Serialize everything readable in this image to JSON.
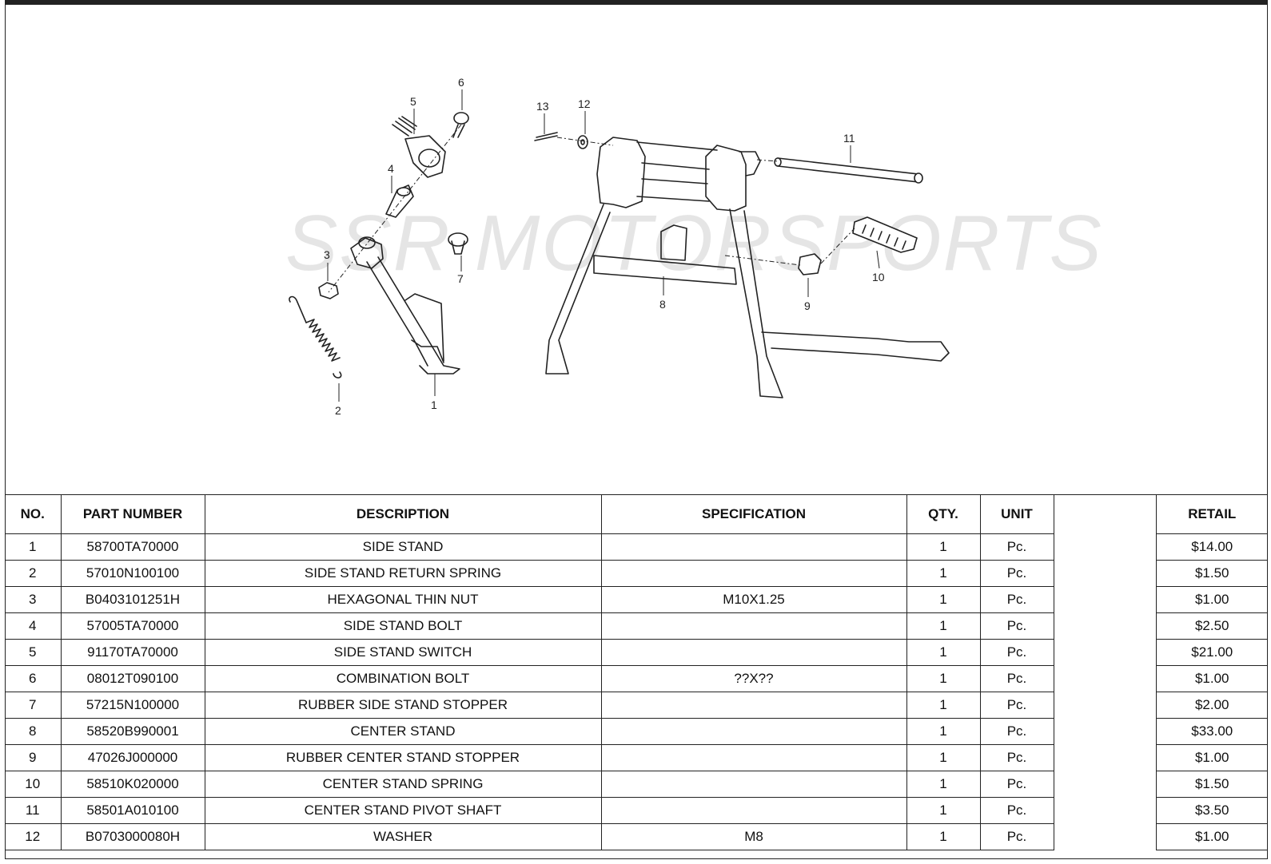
{
  "watermark": "SSR MOTORSPORTS",
  "callouts": [
    "1",
    "2",
    "3",
    "4",
    "5",
    "6",
    "7",
    "8",
    "9",
    "10",
    "11",
    "12",
    "13"
  ],
  "table": {
    "headers": {
      "no": "NO.",
      "part_number": "PART NUMBER",
      "description": "DESCRIPTION",
      "specification": "SPECIFICATION",
      "qty": "QTY.",
      "unit": "UNIT",
      "blank": "",
      "retail": "RETAIL"
    },
    "rows": [
      {
        "no": "1",
        "part_number": "58700TA70000",
        "description": "SIDE STAND",
        "specification": "",
        "qty": "1",
        "unit": "Pc.",
        "retail": "$14.00"
      },
      {
        "no": "2",
        "part_number": "57010N100100",
        "description": "SIDE STAND RETURN SPRING",
        "specification": "",
        "qty": "1",
        "unit": "Pc.",
        "retail": "$1.50"
      },
      {
        "no": "3",
        "part_number": "B0403101251H",
        "description": "HEXAGONAL THIN NUT",
        "specification": "M10X1.25",
        "qty": "1",
        "unit": "Pc.",
        "retail": "$1.00"
      },
      {
        "no": "4",
        "part_number": "57005TA70000",
        "description": "SIDE STAND BOLT",
        "specification": "",
        "qty": "1",
        "unit": "Pc.",
        "retail": "$2.50"
      },
      {
        "no": "5",
        "part_number": "91170TA70000",
        "description": "SIDE STAND SWITCH",
        "specification": "",
        "qty": "1",
        "unit": "Pc.",
        "retail": "$21.00"
      },
      {
        "no": "6",
        "part_number": "08012T090100",
        "description": "COMBINATION BOLT",
        "specification": "??X??",
        "qty": "1",
        "unit": "Pc.",
        "retail": "$1.00"
      },
      {
        "no": "7",
        "part_number": "57215N100000",
        "description": "RUBBER SIDE STAND STOPPER",
        "specification": "",
        "qty": "1",
        "unit": "Pc.",
        "retail": "$2.00"
      },
      {
        "no": "8",
        "part_number": "58520B990001",
        "description": "CENTER STAND",
        "specification": "",
        "qty": "1",
        "unit": "Pc.",
        "retail": "$33.00"
      },
      {
        "no": "9",
        "part_number": "47026J000000",
        "description": "RUBBER CENTER STAND STOPPER",
        "specification": "",
        "qty": "1",
        "unit": "Pc.",
        "retail": "$1.00"
      },
      {
        "no": "10",
        "part_number": "58510K020000",
        "description": "CENTER STAND SPRING",
        "specification": "",
        "qty": "1",
        "unit": "Pc.",
        "retail": "$1.50"
      },
      {
        "no": "11",
        "part_number": "58501A010100",
        "description": "CENTER STAND PIVOT SHAFT",
        "specification": "",
        "qty": "1",
        "unit": "Pc.",
        "retail": "$3.50"
      },
      {
        "no": "12",
        "part_number": "B0703000080H",
        "description": "WASHER",
        "specification": "M8",
        "qty": "1",
        "unit": "Pc.",
        "retail": "$1.00"
      }
    ]
  }
}
